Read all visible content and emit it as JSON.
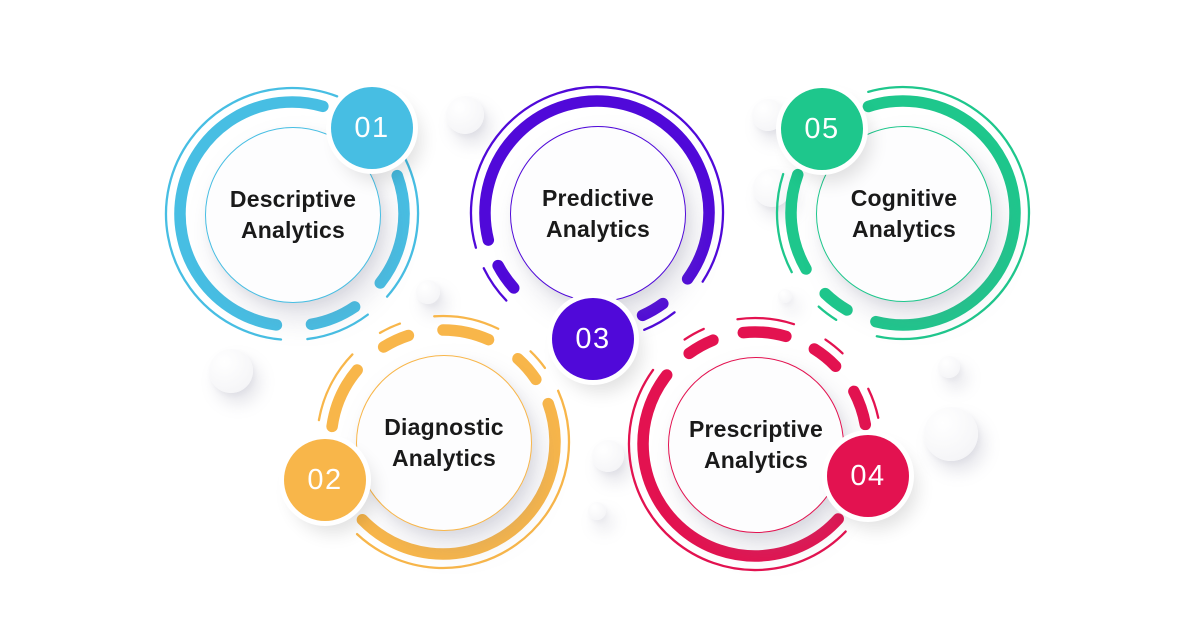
{
  "background_color": "#FFFFFF",
  "text_color": "#1A1A1A",
  "items": [
    {
      "id": "descriptive",
      "number": "01",
      "label": "Descriptive Analytics",
      "color": "#47BEE3"
    },
    {
      "id": "diagnostic",
      "number": "02",
      "label": "Diagnostic Analytics",
      "color": "#F8B64A"
    },
    {
      "id": "predictive",
      "number": "03",
      "label": "Predictive Analytics",
      "color": "#5009D9"
    },
    {
      "id": "prescriptive",
      "number": "04",
      "label": "Prescriptive Analytics",
      "color": "#E31250"
    },
    {
      "id": "cognitive",
      "number": "05",
      "label": "Cognitive Analytics",
      "color": "#1EC78C"
    }
  ]
}
